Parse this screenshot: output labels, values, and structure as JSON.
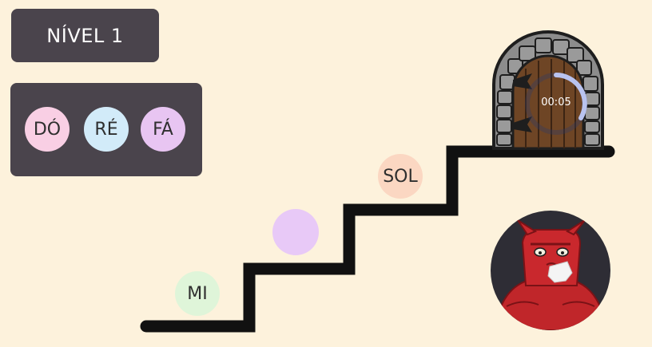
{
  "level": {
    "label": "NÍVEL 1"
  },
  "note_panel": {
    "notes": [
      {
        "label": "DÓ",
        "color": "#f9cfe4"
      },
      {
        "label": "RÉ",
        "color": "#d2ebf9"
      },
      {
        "label": "FÁ",
        "color": "#e8c5f2"
      }
    ]
  },
  "staircase": {
    "notes": [
      {
        "label": "MI",
        "color": "#dff5d9"
      },
      {
        "label": "",
        "color": "#e8c9f7"
      },
      {
        "label": "SOL",
        "color": "#fbd7c2"
      }
    ]
  },
  "door": {
    "timer": "00:05",
    "timer_progress": 0.42
  },
  "colors": {
    "background": "#fdf2dc",
    "panel": "#4a444c",
    "stair": "#111111",
    "monster": "#c0262a",
    "monster_frame": "#2e2d35"
  }
}
